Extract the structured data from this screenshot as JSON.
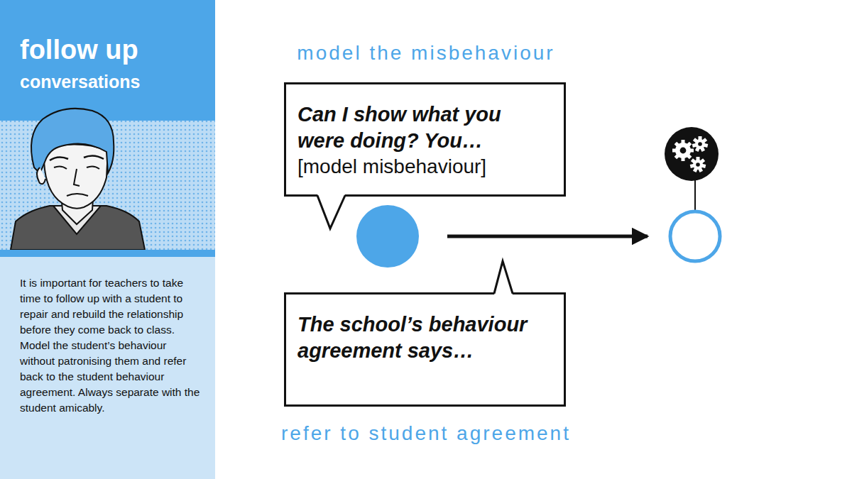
{
  "diagram": {
    "title": "follow up",
    "nodes": [
      {
        "text": [
          "Can I show what you were doing? You…",
          "[model misbehaviour]"
        ]
      },
      {
        "text": [
          "The school’s behaviour agreement says…"
        ]
      }
    ],
    "labels": [
      "conversations",
      "It is important for teachers to take time to follow up with a student to repair and rebuild the relationship before they come back to class. Model the student’s behaviour without patronising them and refer back to the student behaviour agreement. Always separate with the student amicably.",
      "model the misbehaviour",
      "refer to student agreement"
    ]
  }
}
